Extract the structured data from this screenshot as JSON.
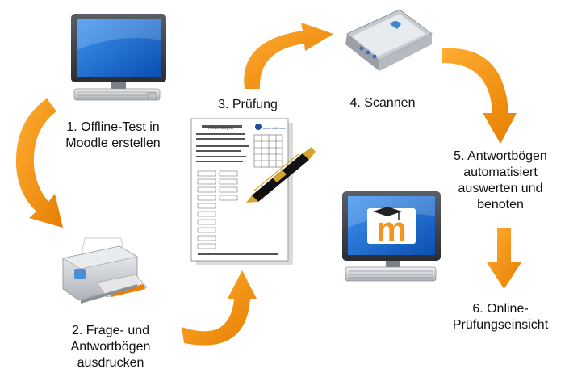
{
  "steps": [
    {
      "lines": [
        "1. Offline-Test in",
        "Moodle erstellen"
      ],
      "icon": "computer-icon"
    },
    {
      "lines": [
        "2. Frage- und",
        "Antwortbögen",
        "ausdrucken"
      ],
      "icon": "printer-icon"
    },
    {
      "lines": [
        "3. Prüfung"
      ],
      "icon": "answer-sheet-icon"
    },
    {
      "lines": [
        "4. Scannen"
      ],
      "icon": "scanner-icon"
    },
    {
      "lines": [
        "5. Antwortbögen",
        "automatisiert",
        "auswerten und",
        "benoten"
      ],
      "icon": "moodle-computer-icon"
    },
    {
      "lines": [
        "6. Online-",
        "Prüfungseinsicht"
      ],
      "icon": "down-arrow-icon"
    }
  ],
  "sheet": {
    "title": "Antwortbogen",
    "logo": "universität bonn"
  },
  "moodle_logo_letter": "m",
  "colors": {
    "arrow": "#f0900f",
    "screen_blue": "#1f6fd6",
    "moodle_orange": "#f39422"
  }
}
